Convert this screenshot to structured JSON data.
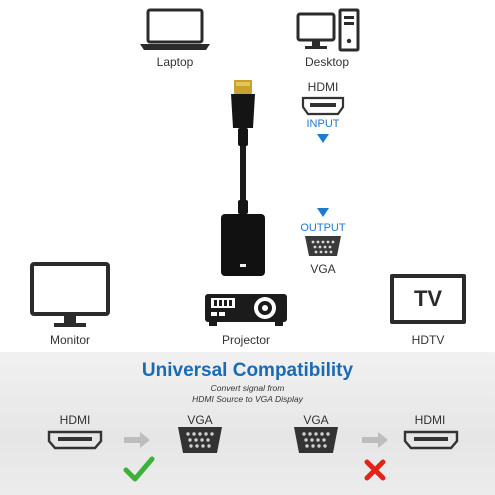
{
  "top_devices": {
    "laptop": "Laptop",
    "desktop": "Desktop"
  },
  "input": {
    "connector": "HDMI",
    "label": "INPUT"
  },
  "output": {
    "label": "OUTPUT",
    "connector": "VGA"
  },
  "devices": {
    "monitor": "Monitor",
    "projector": "Projector",
    "hdtv": "HDTV",
    "tv_screen_text": "TV"
  },
  "compatibility": {
    "title": "Universal Compatibility",
    "line1": "Convert signal from",
    "line2": "HDMI Source to VGA Display",
    "ok": {
      "from": "HDMI",
      "to": "VGA"
    },
    "bad": {
      "from": "VGA",
      "to": "HDMI"
    }
  },
  "colors": {
    "accent": "#1a7bd0",
    "title": "#1a6bb3",
    "check": "#3cb13a",
    "cross": "#e2231a"
  }
}
